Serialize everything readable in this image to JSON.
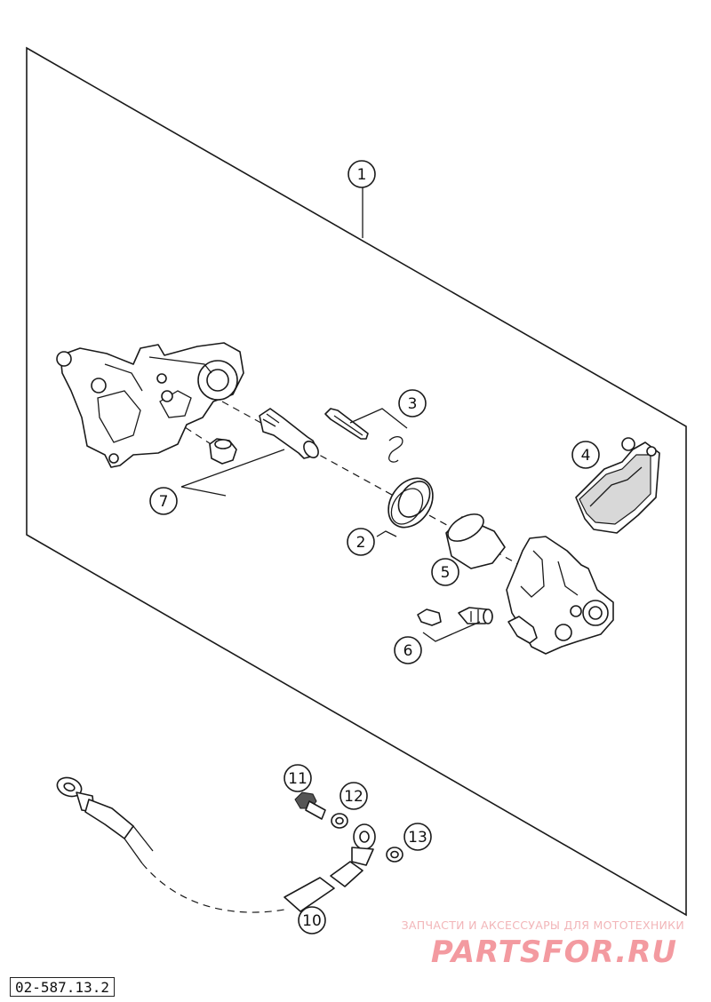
{
  "callouts": [
    {
      "id": "1",
      "label": "1"
    },
    {
      "id": "2",
      "label": "2"
    },
    {
      "id": "3",
      "label": "3"
    },
    {
      "id": "4",
      "label": "4"
    },
    {
      "id": "5",
      "label": "5"
    },
    {
      "id": "6",
      "label": "6"
    },
    {
      "id": "7",
      "label": "7"
    },
    {
      "id": "10",
      "label": "10"
    },
    {
      "id": "11",
      "label": "11"
    },
    {
      "id": "12",
      "label": "12"
    },
    {
      "id": "13",
      "label": "13"
    }
  ],
  "watermark": {
    "tagline": "ЗАПЧАСТИ И АКСЕССУАРЫ ДЛЯ МОТОТЕХНИКИ",
    "logo": "PARTSFOR.RU"
  },
  "reference_code": "02-587.13.2",
  "colors": {
    "line": "#1a1a1a",
    "watermark": "#f39aa0"
  }
}
